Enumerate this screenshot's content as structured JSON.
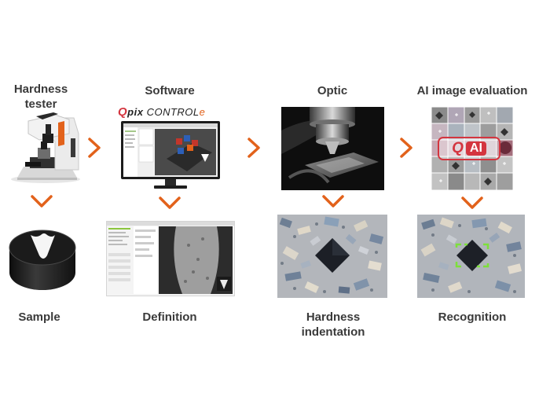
{
  "steps": {
    "hardness_tester": {
      "label": "Hardness\ntester"
    },
    "software": {
      "label": "Software",
      "brand": {
        "q": "Q",
        "pix": "pix",
        "control": "CONTROL"
      }
    },
    "optic": {
      "label": "Optic"
    },
    "ai": {
      "label": "AI image evaluation",
      "badge": {
        "q": "Q",
        "ai": "AI"
      }
    },
    "sample": {
      "label": "Sample"
    },
    "definition": {
      "label": "Definition"
    },
    "indentation": {
      "label": "Hardness\nindentation"
    },
    "recognition": {
      "label": "Recognition"
    }
  },
  "colors": {
    "accent": "#e2621b",
    "brand_red": "#d4353f",
    "detect_green": "#7de03a"
  },
  "icons": [
    "chevron-right-icon",
    "chevron-down-icon"
  ]
}
